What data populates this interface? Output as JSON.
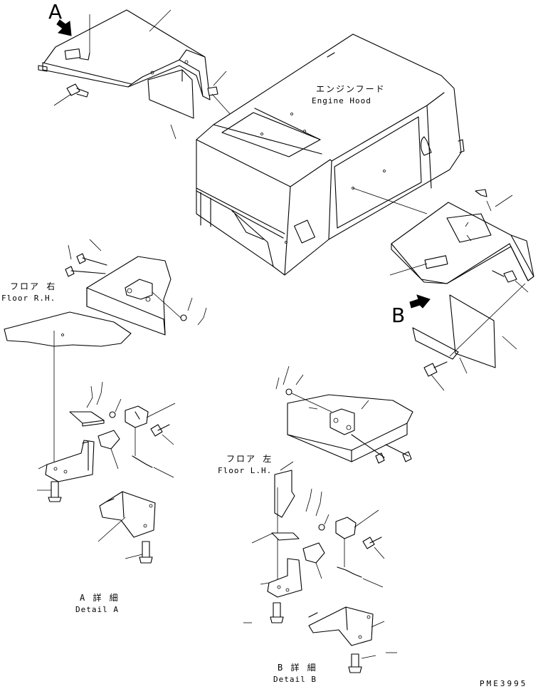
{
  "views": {
    "a": {
      "letter": "A"
    },
    "b": {
      "letter": "B"
    }
  },
  "labels": {
    "engine_hood_jp": "エンジンフード",
    "engine_hood_en": "Engine Hood",
    "floor_rh_jp": "フロア 右",
    "floor_rh_en": "Floor R.H.",
    "floor_lh_jp": "フロア 左",
    "floor_lh_en": "Floor L.H.",
    "detail_a_jp": "A 詳 細",
    "detail_a_en": "Detail A",
    "detail_b_jp": "B 詳 細",
    "detail_b_en": "Detail B"
  },
  "drawing_code": "PME3995"
}
